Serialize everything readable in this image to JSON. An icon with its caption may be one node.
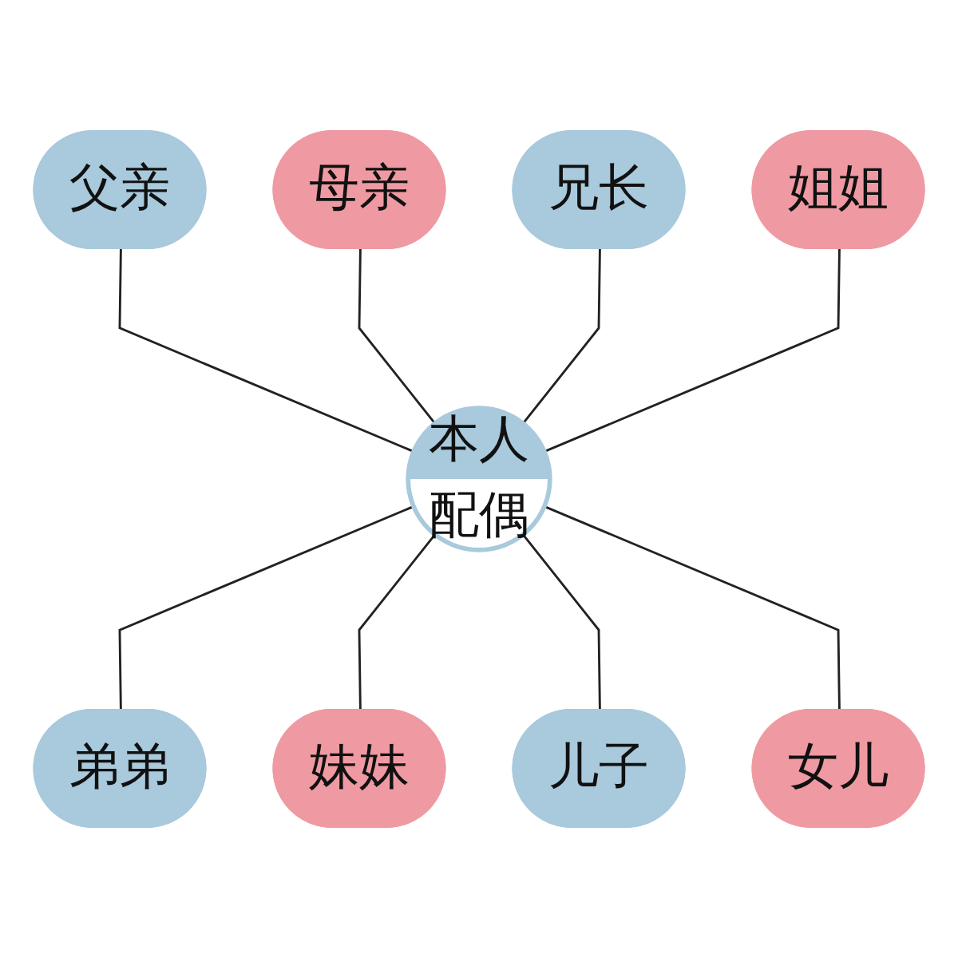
{
  "diagram": {
    "nodes": [
      {
        "text": [
          "父亲"
        ]
      },
      {
        "text": [
          "母亲"
        ]
      },
      {
        "text": [
          "兄长"
        ]
      },
      {
        "text": [
          "姐姐"
        ]
      },
      {
        "text": [
          "本人",
          "配偶"
        ]
      },
      {
        "text": [
          "弟弟"
        ]
      },
      {
        "text": [
          "妹妹"
        ]
      },
      {
        "text": [
          "儿子"
        ]
      },
      {
        "text": [
          "女儿"
        ]
      }
    ],
    "edges": [
      {
        "from": 0,
        "to": 4,
        "arrow": "none"
      },
      {
        "from": 1,
        "to": 4,
        "arrow": "none"
      },
      {
        "from": 2,
        "to": 4,
        "arrow": "none"
      },
      {
        "from": 3,
        "to": 4,
        "arrow": "none"
      },
      {
        "from": 4,
        "to": 5,
        "arrow": "none"
      },
      {
        "from": 4,
        "to": 6,
        "arrow": "none"
      },
      {
        "from": 4,
        "to": 7,
        "arrow": "none"
      },
      {
        "from": 4,
        "to": 8,
        "arrow": "none"
      }
    ]
  }
}
